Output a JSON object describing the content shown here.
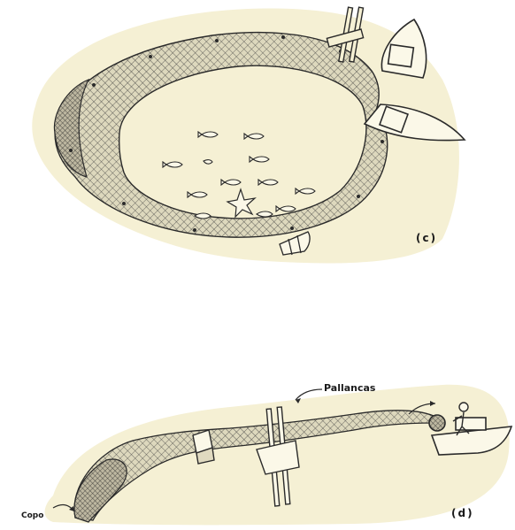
{
  "figure": {
    "panels": [
      {
        "id": "c",
        "label": "(c)"
      },
      {
        "id": "d",
        "label": "(d)",
        "annotations": {
          "pallancas": "Pallancas",
          "copo": "Copo"
        }
      }
    ]
  },
  "colors": {
    "paper": "#f5f0d4",
    "paper_edge": "#ebe3bb",
    "ink": "#2a2a2a",
    "net_fill": "#d8d2b6"
  }
}
